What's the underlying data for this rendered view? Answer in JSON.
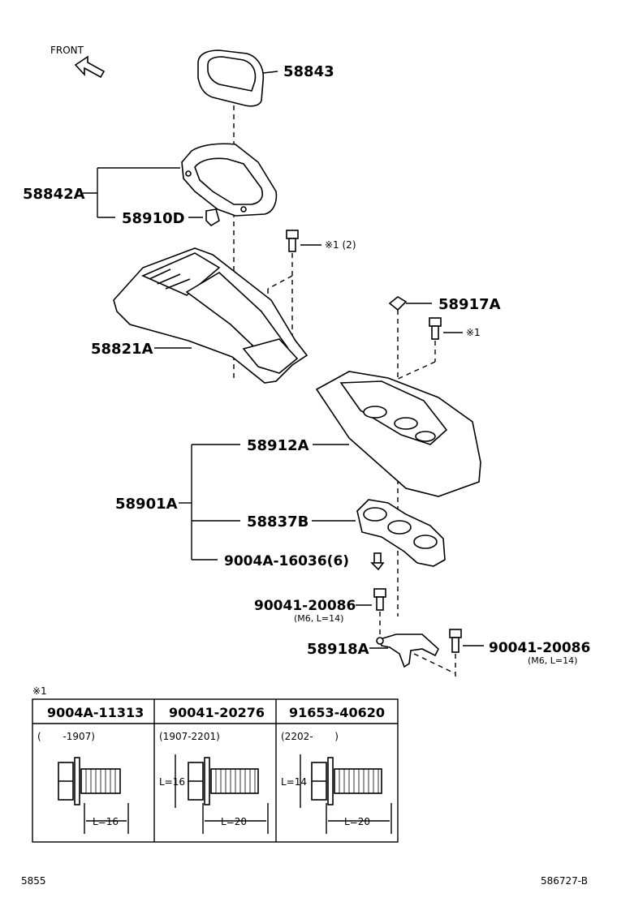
{
  "front_label": "FRONT",
  "parts": {
    "p58843": "58843",
    "p58842A": "58842A",
    "p58910D": "58910D",
    "p58821A": "58821A",
    "p58917A": "58917A",
    "p58912A": "58912A",
    "p58901A": "58901A",
    "p58837B": "58837B",
    "p9004A": "9004A-16036(6)",
    "p90041a": "90041-20086",
    "p90041a_spec": "(M6, L=14)",
    "p58918A": "58918A",
    "p90041b": "90041-20086",
    "p90041b_spec": "(M6, L=14)"
  },
  "refs": {
    "ref1_2": "※1 (2)",
    "ref1": "※1",
    "table_title": "※1"
  },
  "table": {
    "columns": [
      {
        "part": "9004A-11313",
        "range": "(       -1907)",
        "dims": [
          "L=16"
        ]
      },
      {
        "part": "90041-20276",
        "range": "(1907-2201)",
        "dims": [
          "L=16",
          "L=20"
        ]
      },
      {
        "part": "91653-40620",
        "range": "(2202-       )",
        "dims": [
          "L=14",
          "L=20"
        ]
      }
    ]
  },
  "footer": {
    "left": "5855",
    "right": "586727-B"
  }
}
